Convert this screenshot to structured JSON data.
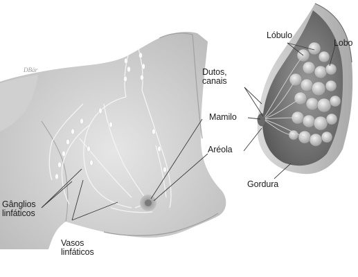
{
  "labels": {
    "lobulo": "Lóbulo",
    "lobo": "Lobo",
    "dutos": "Dutos,\ncanais",
    "mamilo": "Mamilo",
    "areola": "Aréola",
    "gordura": "Gordura",
    "ganglios": "Gânglios\nlinfáticos",
    "vasos": "Vasos\nlinfáticos"
  },
  "signature": "DBär"
}
